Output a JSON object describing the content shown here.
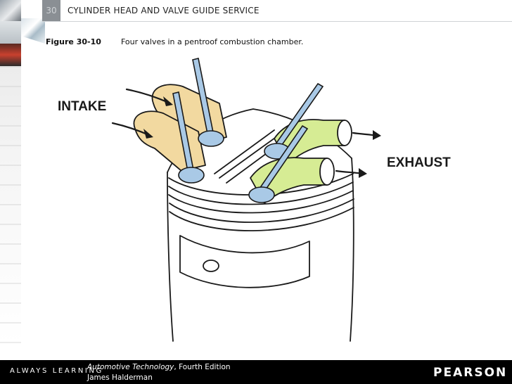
{
  "header": {
    "chapter_number": "30",
    "title": "CYLINDER HEAD AND VALVE GUIDE SERVICE"
  },
  "figure": {
    "label": "Figure 30-10",
    "caption": "Four valves in a pentroof combustion chamber.",
    "intake_label": "INTAKE",
    "exhaust_label": "EXHAUST",
    "colors": {
      "intake_port": "#f2d9a0",
      "exhaust_port": "#d6ec94",
      "valve": "#a9c9e6",
      "line": "#1a1a1a"
    }
  },
  "footer": {
    "tagline": "ALWAYS LEARNING",
    "book_title": "Automotive Technology",
    "book_edition": ", Fourth Edition",
    "author": "James Halderman",
    "publisher": "PEARSON"
  }
}
